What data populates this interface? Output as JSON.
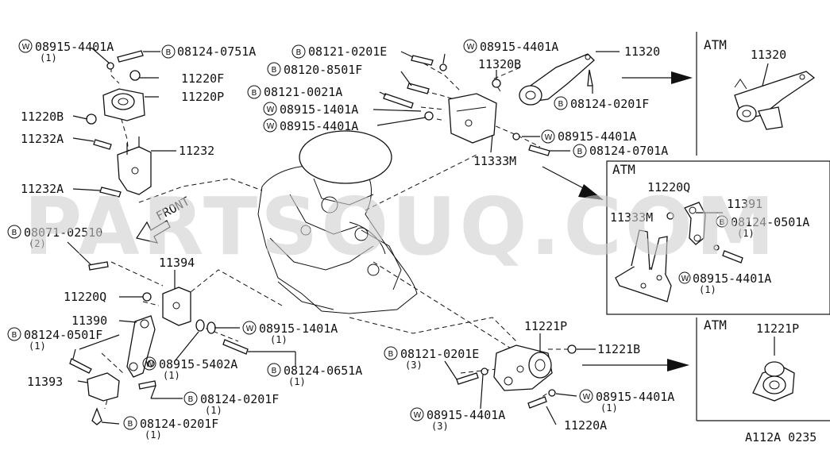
{
  "watermark": "PARTSOUQ.COM",
  "front_label": "FRONT",
  "prefix_w": "W",
  "prefix_b": "B",
  "diagram_code": "A112A 0235",
  "panels": {
    "atm_top": {
      "caption": "ATM",
      "part": "11320"
    },
    "atm_mid": {
      "caption": "ATM",
      "parts": [
        "11220Q",
        "11391",
        "11333M",
        "08124-0501A",
        "(1)",
        "08915-4401A",
        "(1)"
      ]
    },
    "atm_bot": {
      "caption": "ATM",
      "part": "11221P"
    }
  },
  "labels": [
    {
      "id": "l01",
      "text": "08915-4401A",
      "prefix": "W",
      "qty": "(1)"
    },
    {
      "id": "l02",
      "text": "08124-0751A",
      "prefix": "B"
    },
    {
      "id": "l03",
      "text": "11220F"
    },
    {
      "id": "l04",
      "text": "11220P"
    },
    {
      "id": "l05",
      "text": "11220B"
    },
    {
      "id": "l06",
      "text": "11232A"
    },
    {
      "id": "l07",
      "text": "11232"
    },
    {
      "id": "l08",
      "text": "11232A"
    },
    {
      "id": "l09",
      "text": "08071-02510",
      "prefix": "B",
      "qty": "(2)"
    },
    {
      "id": "l10",
      "text": "11394"
    },
    {
      "id": "l11",
      "text": "11220Q"
    },
    {
      "id": "l12",
      "text": "11390"
    },
    {
      "id": "l13",
      "text": "08124-0501F",
      "prefix": "B",
      "qty": "(1)"
    },
    {
      "id": "l14",
      "text": "08915-1401A",
      "prefix": "W",
      "qty": "(1)"
    },
    {
      "id": "l15",
      "text": "08915-5402A",
      "prefix": "W",
      "qty": "(1)"
    },
    {
      "id": "l16",
      "text": "08124-0651A",
      "prefix": "B",
      "qty": "(1)"
    },
    {
      "id": "l17",
      "text": "11393"
    },
    {
      "id": "l18",
      "text": "08124-0201F",
      "prefix": "B",
      "qty": "(1)"
    },
    {
      "id": "l19",
      "text": "08124-0201F",
      "prefix": "B",
      "qty": "(1)"
    },
    {
      "id": "l20",
      "text": "08121-0201E",
      "prefix": "B"
    },
    {
      "id": "l21",
      "text": "08915-4401A",
      "prefix": "W"
    },
    {
      "id": "l22",
      "text": "11320"
    },
    {
      "id": "l23",
      "text": "08120-8501F",
      "prefix": "B"
    },
    {
      "id": "l24",
      "text": "11320B"
    },
    {
      "id": "l25",
      "text": "08121-0021A",
      "prefix": "B"
    },
    {
      "id": "l26",
      "text": "08915-1401A",
      "prefix": "W"
    },
    {
      "id": "l27",
      "text": "08915-4401A",
      "prefix": "W"
    },
    {
      "id": "l28",
      "text": "08124-0201F",
      "prefix": "B"
    },
    {
      "id": "l29",
      "text": "08915-4401A",
      "prefix": "W"
    },
    {
      "id": "l30",
      "text": "08124-0701A",
      "prefix": "B"
    },
    {
      "id": "l31",
      "text": "11333M"
    },
    {
      "id": "l32",
      "text": "11221P"
    },
    {
      "id": "l33",
      "text": "08121-0201E",
      "prefix": "B",
      "qty": "(3)"
    },
    {
      "id": "l34",
      "text": "11221B"
    },
    {
      "id": "l35",
      "text": "08915-4401A",
      "prefix": "W",
      "qty": "(1)"
    },
    {
      "id": "l36",
      "text": "08915-4401A",
      "prefix": "W",
      "qty": "(3)"
    },
    {
      "id": "l37",
      "text": "11220A"
    }
  ]
}
